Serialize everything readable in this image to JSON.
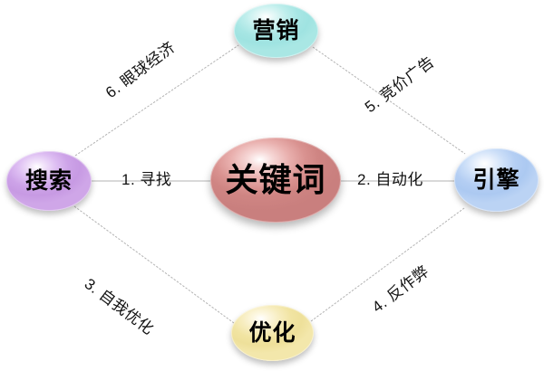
{
  "diagram": {
    "title": "关键词",
    "nodes": [
      {
        "id": "center",
        "label": "关键词",
        "color": "#cf8583",
        "role": "center"
      },
      {
        "id": "top",
        "label": "营销",
        "color": "#a7e6e4",
        "role": "satellite"
      },
      {
        "id": "left",
        "label": "搜索",
        "color": "#cda3e8",
        "role": "satellite"
      },
      {
        "id": "right",
        "label": "引擎",
        "color": "#b4cef3",
        "role": "satellite"
      },
      {
        "id": "bottom",
        "label": "优化",
        "color": "#f1e4a2",
        "role": "satellite"
      }
    ],
    "edges": [
      {
        "id": "e1",
        "label": "1. 寻找",
        "from": "left",
        "to": "center"
      },
      {
        "id": "e2",
        "label": "2. 自动化",
        "from": "center",
        "to": "right"
      },
      {
        "id": "e3",
        "label": "3. 自我优化",
        "from": "left",
        "to": "bottom"
      },
      {
        "id": "e4",
        "label": "4. 反作弊",
        "from": "bottom",
        "to": "right"
      },
      {
        "id": "e5",
        "label": "5. 竞价广告",
        "from": "top",
        "to": "right"
      },
      {
        "id": "e6",
        "label": "6. 眼球经济",
        "from": "left",
        "to": "top"
      }
    ],
    "edge_color": "#b3b3b3"
  }
}
